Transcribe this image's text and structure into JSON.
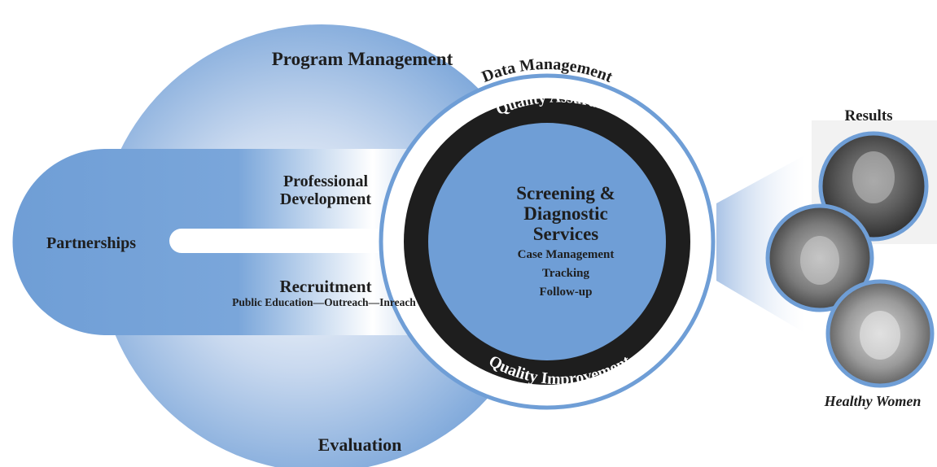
{
  "diagram": {
    "outer_labels": {
      "top": "Program Management",
      "bottom": "Evaluation"
    },
    "band": {
      "left_label": "Partnerships",
      "upper_label_line1": "Professional",
      "upper_label_line2": "Development",
      "lower_label_title": "Recruitment",
      "lower_label_sub": "Public Education—Outreach—Inreach"
    },
    "rings": {
      "outer_text": "Data Management",
      "upper_text": "Quality Assurance",
      "lower_text": "Quality Improvement"
    },
    "core": {
      "title_line1": "Screening &",
      "title_line2": "Diagnostic",
      "title_line3": "Services",
      "item1": "Case Management",
      "item2": "Tracking",
      "item3": "Follow-up"
    },
    "results": {
      "title": "Results",
      "caption": "Healthy Women",
      "photos": [
        "woman portrait 1",
        "woman portrait 2",
        "woman portrait 3"
      ]
    }
  },
  "colors": {
    "blue": "#6f9ed6",
    "dark_blue": "#4f7fbf",
    "ring_dark": "#1e1e1e",
    "text": "#1e1e1e"
  }
}
